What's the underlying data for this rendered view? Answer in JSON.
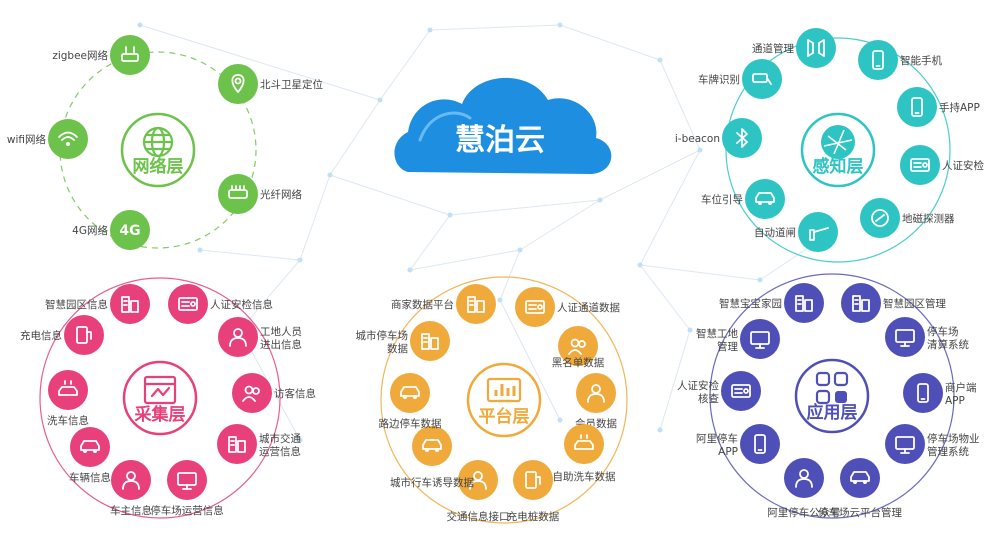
{
  "cloud": {
    "title": "慧泊云",
    "color": "#1e8fe0"
  },
  "network": {
    "title": "网络层",
    "color": "#6cc24a",
    "nodes": [
      {
        "label": "zigbee网络",
        "icon": "router-icon"
      },
      {
        "label": "北斗卫星定位",
        "icon": "map-pin-icon"
      },
      {
        "label": "光纤网络",
        "icon": "fiber-switch-icon"
      },
      {
        "label": "4G网络",
        "icon": "4g-icon",
        "badge": "4G"
      },
      {
        "label": "wifi网络",
        "icon": "wifi-icon"
      }
    ]
  },
  "perception": {
    "title": "感知层",
    "color": "#2ec4c4",
    "nodes": [
      {
        "label": "通道管理",
        "icon": "gate-icon"
      },
      {
        "label": "智能手机",
        "icon": "smartphone-icon"
      },
      {
        "label": "手持APP",
        "icon": "handheld-icon"
      },
      {
        "label": "人证安检",
        "icon": "id-card-icon"
      },
      {
        "label": "地磁探测器",
        "icon": "geomagnetic-sensor-icon"
      },
      {
        "label": "自动道闸",
        "icon": "barrier-gate-icon"
      },
      {
        "label": "车位引导",
        "icon": "parking-guide-icon"
      },
      {
        "label": "i-beacon",
        "icon": "bluetooth-icon"
      },
      {
        "label": "车牌识别",
        "icon": "camera-icon"
      }
    ]
  },
  "collection": {
    "title": "采集层",
    "color": "#e8407a",
    "nodes": [
      {
        "label": "智慧园区信息",
        "icon": "building-icon"
      },
      {
        "label": "人证安检信息",
        "icon": "id-card-icon"
      },
      {
        "label": "工地人员\n进出信息",
        "icon": "worker-icon"
      },
      {
        "label": "访客信息",
        "icon": "visitors-icon"
      },
      {
        "label": "城市交通\n运营信息",
        "icon": "city-icon"
      },
      {
        "label": "停车场运营信息",
        "icon": "monitor-chart-icon"
      },
      {
        "label": "车主信息",
        "icon": "person-icon"
      },
      {
        "label": "车辆信息",
        "icon": "car-icon"
      },
      {
        "label": "洗车信息",
        "icon": "car-wash-icon"
      },
      {
        "label": "充电信息",
        "icon": "charger-icon"
      }
    ]
  },
  "platform": {
    "title": "平台层",
    "color": "#f0a93b",
    "nodes": [
      {
        "label": "商家数据平台",
        "icon": "bank-icon"
      },
      {
        "label": "人证通道数据",
        "icon": "id-card-icon"
      },
      {
        "label": "黑名单数据",
        "icon": "blacklist-icon"
      },
      {
        "label": "会员数据",
        "icon": "member-icon"
      },
      {
        "label": "自助洗车数据",
        "icon": "car-wash-icon"
      },
      {
        "label": "充电桩数据",
        "icon": "charger-icon"
      },
      {
        "label": "交通信息接口",
        "icon": "police-icon"
      },
      {
        "label": "城市行车诱导数据",
        "icon": "car-icon"
      },
      {
        "label": "路边停车数据",
        "icon": "roadside-car-icon"
      },
      {
        "label": "城市停车场\n数据",
        "icon": "city-parking-icon"
      }
    ]
  },
  "application": {
    "title": "应用层",
    "color": "#4f4fb8",
    "nodes": [
      {
        "label": "智慧宝宝家园",
        "icon": "building-icon"
      },
      {
        "label": "智慧园区管理",
        "icon": "office-icon"
      },
      {
        "label": "停车场\n清算系统",
        "icon": "monitor-icon"
      },
      {
        "label": "商户端\nAPP",
        "icon": "smartphone-icon"
      },
      {
        "label": "停车场物业\n管理系统",
        "icon": "monitor-person-icon"
      },
      {
        "label": "停车场云平台管理",
        "icon": "car-monitor-icon"
      },
      {
        "label": "阿里停车公众号",
        "icon": "user-check-icon"
      },
      {
        "label": "阿里停车\nAPP",
        "icon": "smartphone-icon"
      },
      {
        "label": "人证安检\n核查",
        "icon": "id-check-icon"
      },
      {
        "label": "智慧工地\n管理",
        "icon": "hammer-monitor-icon"
      }
    ]
  }
}
